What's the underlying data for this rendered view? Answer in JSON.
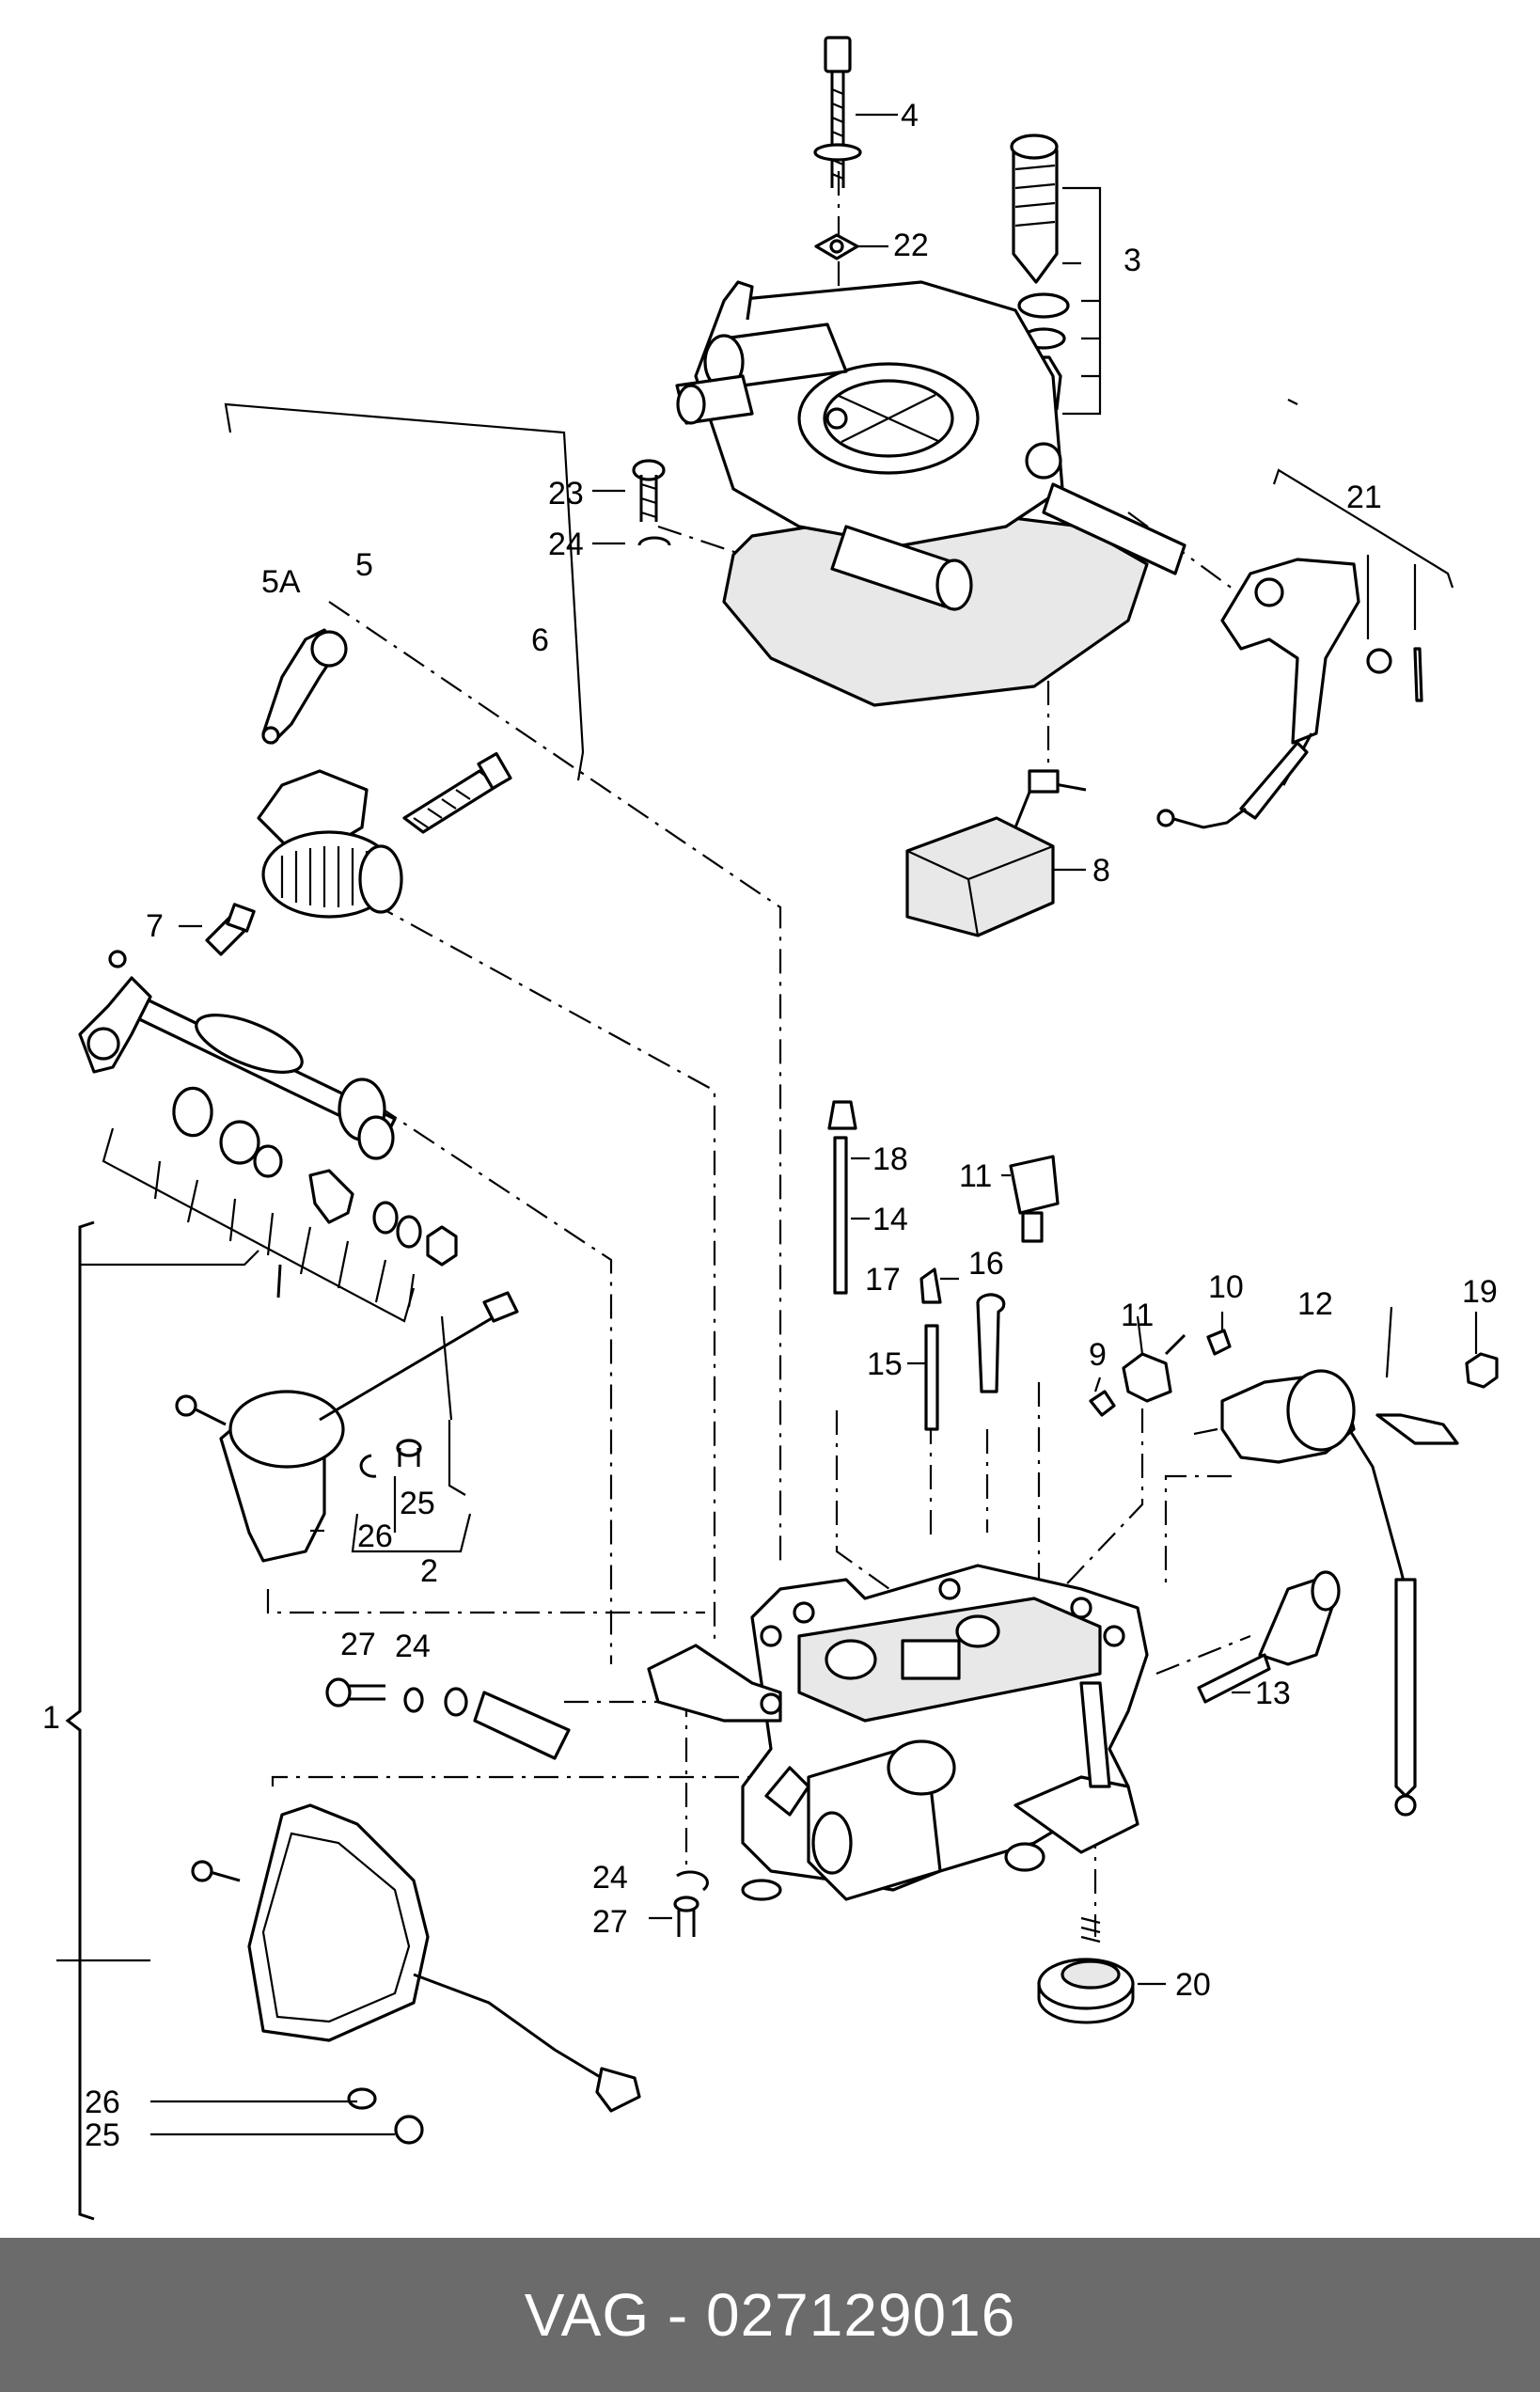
{
  "diagram": {
    "labels": [
      {
        "id": "l4",
        "text": "4"
      },
      {
        "id": "l22",
        "text": "22"
      },
      {
        "id": "l3",
        "text": "3"
      },
      {
        "id": "l23",
        "text": "23"
      },
      {
        "id": "l24a",
        "text": "24"
      },
      {
        "id": "l21",
        "text": "21"
      },
      {
        "id": "l5",
        "text": "5"
      },
      {
        "id": "l5a",
        "text": "5A"
      },
      {
        "id": "l6",
        "text": "6"
      },
      {
        "id": "l8",
        "text": "8"
      },
      {
        "id": "l7",
        "text": "7"
      },
      {
        "id": "l18",
        "text": "18"
      },
      {
        "id": "l14",
        "text": "14"
      },
      {
        "id": "l11a",
        "text": "11"
      },
      {
        "id": "l17",
        "text": "17"
      },
      {
        "id": "l16",
        "text": "16"
      },
      {
        "id": "l15",
        "text": "15"
      },
      {
        "id": "l10",
        "text": "10"
      },
      {
        "id": "l11b",
        "text": "11"
      },
      {
        "id": "l9",
        "text": "9"
      },
      {
        "id": "l12",
        "text": "12"
      },
      {
        "id": "l19",
        "text": "19"
      },
      {
        "id": "l25a",
        "text": "25"
      },
      {
        "id": "l26a",
        "text": "26"
      },
      {
        "id": "l2",
        "text": "2"
      },
      {
        "id": "l27a",
        "text": "27"
      },
      {
        "id": "l24b",
        "text": "24"
      },
      {
        "id": "l1",
        "text": "1"
      },
      {
        "id": "l13",
        "text": "13"
      },
      {
        "id": "l24c",
        "text": "24"
      },
      {
        "id": "l27b",
        "text": "27"
      },
      {
        "id": "l20",
        "text": "20"
      },
      {
        "id": "l26b",
        "text": "26"
      },
      {
        "id": "l25b",
        "text": "25"
      }
    ]
  },
  "footer": {
    "text": "VAG - 027129016"
  },
  "colors": {
    "footer_bg": "#6b6b6b",
    "footer_text": "#ffffff",
    "line": "#000000"
  }
}
